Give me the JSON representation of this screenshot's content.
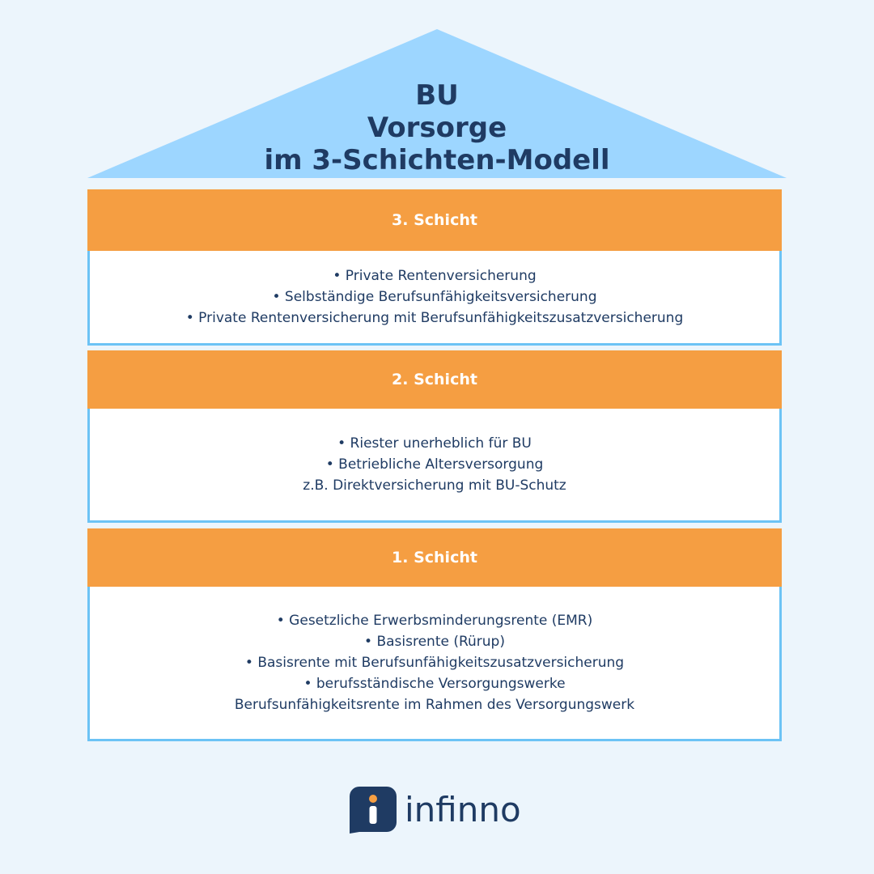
{
  "roof": {
    "title_lines": [
      "BU",
      "Vorsorge",
      "im 3-Schichten-Modell"
    ],
    "color": "#9dd6ff"
  },
  "layers": [
    {
      "heading": "3. Schicht",
      "lines": [
        "• Private Rentenversicherung",
        "• Selbständige Berufsunfähigkeitsversicherung",
        "• Private Rentenversicherung mit Berufsunfähigkeitszusatzversicherung"
      ]
    },
    {
      "heading": "2. Schicht",
      "lines": [
        "• Riester unerheblich für BU",
        "• Betriebliche Altersversorgung",
        "z.B. Direktversicherung mit BU-Schutz"
      ]
    },
    {
      "heading": "1. Schicht",
      "lines": [
        "• Gesetzliche Erwerbsminderungsrente (EMR)",
        "• Basisrente (Rürup)",
        "• Basisrente mit Berufsunfähigkeitszusatzversicherung",
        "• berufsständische Versorgungswerke",
        "Berufsunfähigkeitsrente im Rahmen des Versorgungswerk"
      ]
    }
  ],
  "colors": {
    "heading_bg": "#f59e42",
    "border": "#6cc3f5",
    "text": "#1f3b63",
    "page_bg": "#ecf5fc"
  },
  "logo": {
    "icon": "infinno-logo-icon",
    "text": "infinno"
  }
}
